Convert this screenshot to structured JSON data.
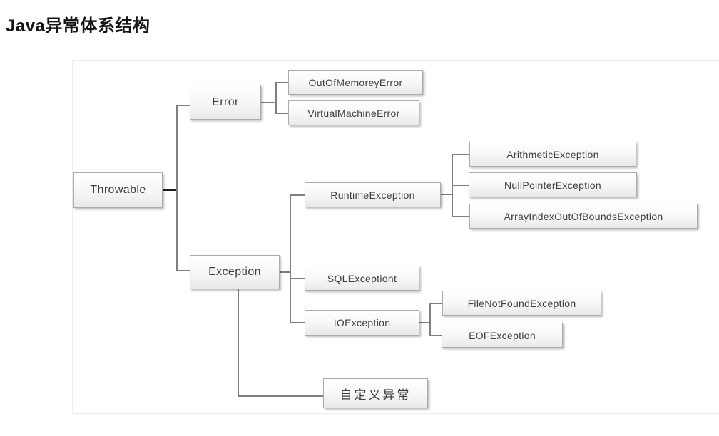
{
  "title": "Java异常体系结构",
  "diagram": {
    "type": "tree",
    "root": "Throwable",
    "nodes": {
      "throwable": "Throwable",
      "error": "Error",
      "exception": "Exception",
      "out_of_memorey_error": "OutOfMemoreyError",
      "virtual_machine_error": "VirtualMachineError",
      "runtime_exception": "RuntimeException",
      "arithmetic_exception": "ArithmeticException",
      "null_pointer_exception": "NullPointerException",
      "array_index_out_of_bounds_exception": "ArrayIndexOutOfBoundsException",
      "sql_exceptiont": "SQLExceptiont",
      "io_exception": "IOException",
      "file_not_found_exception": "FileNotFoundException",
      "eof_exception": "EOFException",
      "custom_exception": "自定义异常"
    },
    "edges": [
      [
        "Throwable",
        "Error"
      ],
      [
        "Throwable",
        "Exception"
      ],
      [
        "Error",
        "OutOfMemoreyError"
      ],
      [
        "Error",
        "VirtualMachineError"
      ],
      [
        "Exception",
        "RuntimeException"
      ],
      [
        "Exception",
        "SQLExceptiont"
      ],
      [
        "Exception",
        "IOException"
      ],
      [
        "Exception",
        "自定义异常"
      ],
      [
        "RuntimeException",
        "ArithmeticException"
      ],
      [
        "RuntimeException",
        "NullPointerException"
      ],
      [
        "RuntimeException",
        "ArrayIndexOutOfBoundsException"
      ],
      [
        "IOException",
        "FileNotFoundException"
      ],
      [
        "IOException",
        "EOFException"
      ]
    ]
  },
  "colors": {
    "background": "#ffffff",
    "node_border": "#ababab",
    "node_fill_top": "#ffffff",
    "node_fill_bottom": "#e9e9e9",
    "connector": "#7f7f7f",
    "root_connector": "#1c1c1c",
    "node_text": "#3e3e3e",
    "title_text": "#141414",
    "frame_border": "#ececec"
  }
}
